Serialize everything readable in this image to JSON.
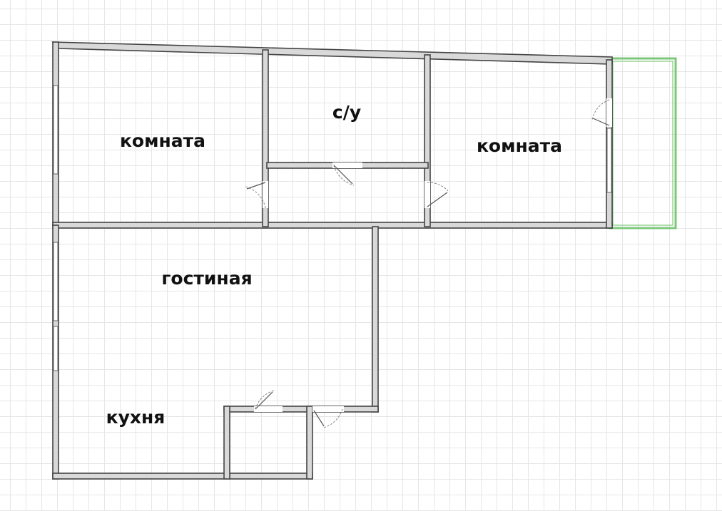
{
  "plan": {
    "rooms": {
      "room_left": "комната",
      "bathroom": "с/у",
      "room_right": "комната",
      "living_room": "гостиная",
      "kitchen": "кухня"
    },
    "colors": {
      "wall_fill": "#d9d9d9",
      "wall_stroke": "#444444",
      "balcony_stroke": "#7ec77a",
      "grid_line": "#e6e6e6",
      "label_text": "#111111"
    }
  }
}
